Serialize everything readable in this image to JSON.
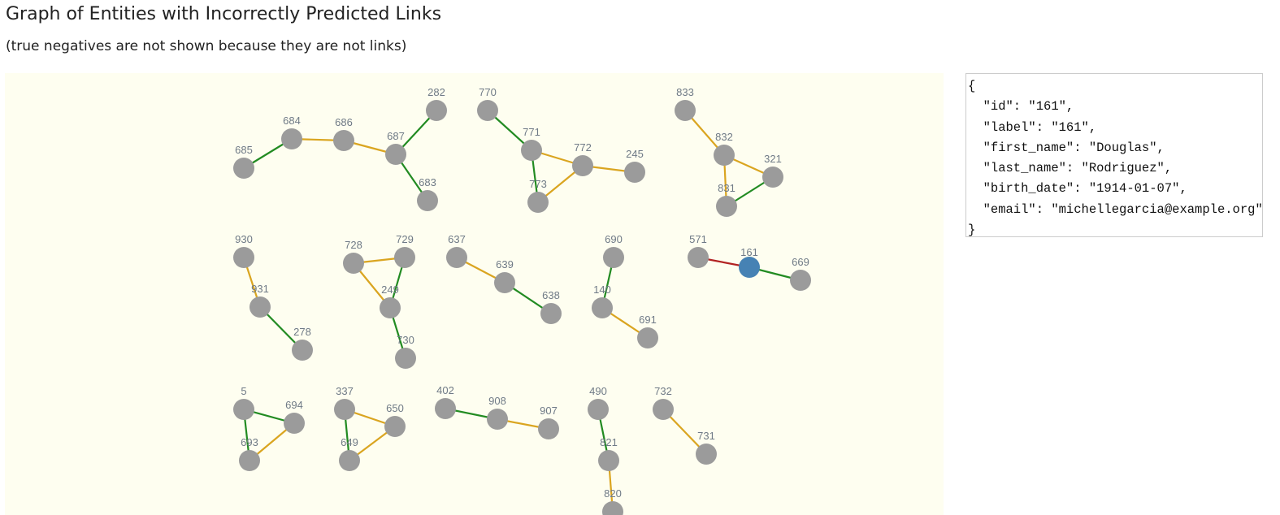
{
  "page": {
    "title": "Graph of Entities with Incorrectly Predicted Links",
    "subtitle": "(true negatives are not shown because they are not links)"
  },
  "colors": {
    "canvas_background": "#fefef0",
    "node_default": "#9b9b9b",
    "node_selected": "#4682b4",
    "label": "#6f7a86",
    "link_green": "#228b22",
    "link_orange": "#daa520",
    "link_red": "#b22222"
  },
  "graph": {
    "selected_node": "161",
    "nodes": [
      {
        "id": "685"
      },
      {
        "id": "684"
      },
      {
        "id": "686"
      },
      {
        "id": "687"
      },
      {
        "id": "282"
      },
      {
        "id": "683"
      },
      {
        "id": "770"
      },
      {
        "id": "771"
      },
      {
        "id": "772"
      },
      {
        "id": "245"
      },
      {
        "id": "773"
      },
      {
        "id": "833"
      },
      {
        "id": "832"
      },
      {
        "id": "321"
      },
      {
        "id": "831"
      },
      {
        "id": "930"
      },
      {
        "id": "931"
      },
      {
        "id": "278"
      },
      {
        "id": "728"
      },
      {
        "id": "729"
      },
      {
        "id": "249"
      },
      {
        "id": "730"
      },
      {
        "id": "637"
      },
      {
        "id": "639"
      },
      {
        "id": "638"
      },
      {
        "id": "690"
      },
      {
        "id": "140"
      },
      {
        "id": "691"
      },
      {
        "id": "571"
      },
      {
        "id": "161"
      },
      {
        "id": "669"
      },
      {
        "id": "5"
      },
      {
        "id": "694"
      },
      {
        "id": "693"
      },
      {
        "id": "337"
      },
      {
        "id": "650"
      },
      {
        "id": "649"
      },
      {
        "id": "402"
      },
      {
        "id": "908"
      },
      {
        "id": "907"
      },
      {
        "id": "490"
      },
      {
        "id": "821"
      },
      {
        "id": "820"
      },
      {
        "id": "732"
      },
      {
        "id": "731"
      }
    ],
    "links": [
      {
        "source": "685",
        "target": "684",
        "color": "green"
      },
      {
        "source": "684",
        "target": "686",
        "color": "orange"
      },
      {
        "source": "686",
        "target": "687",
        "color": "orange"
      },
      {
        "source": "687",
        "target": "282",
        "color": "green"
      },
      {
        "source": "687",
        "target": "683",
        "color": "green"
      },
      {
        "source": "770",
        "target": "771",
        "color": "green"
      },
      {
        "source": "771",
        "target": "772",
        "color": "orange"
      },
      {
        "source": "771",
        "target": "773",
        "color": "green"
      },
      {
        "source": "773",
        "target": "772",
        "color": "orange"
      },
      {
        "source": "772",
        "target": "245",
        "color": "orange"
      },
      {
        "source": "833",
        "target": "832",
        "color": "orange"
      },
      {
        "source": "832",
        "target": "321",
        "color": "orange"
      },
      {
        "source": "832",
        "target": "831",
        "color": "orange"
      },
      {
        "source": "831",
        "target": "321",
        "color": "green"
      },
      {
        "source": "930",
        "target": "931",
        "color": "orange"
      },
      {
        "source": "931",
        "target": "278",
        "color": "green"
      },
      {
        "source": "728",
        "target": "729",
        "color": "orange"
      },
      {
        "source": "728",
        "target": "249",
        "color": "orange"
      },
      {
        "source": "729",
        "target": "249",
        "color": "green"
      },
      {
        "source": "249",
        "target": "730",
        "color": "green"
      },
      {
        "source": "637",
        "target": "639",
        "color": "orange"
      },
      {
        "source": "639",
        "target": "638",
        "color": "green"
      },
      {
        "source": "690",
        "target": "140",
        "color": "green"
      },
      {
        "source": "140",
        "target": "691",
        "color": "orange"
      },
      {
        "source": "571",
        "target": "161",
        "color": "red"
      },
      {
        "source": "161",
        "target": "669",
        "color": "green"
      },
      {
        "source": "5",
        "target": "694",
        "color": "green"
      },
      {
        "source": "5",
        "target": "693",
        "color": "green"
      },
      {
        "source": "693",
        "target": "694",
        "color": "orange"
      },
      {
        "source": "337",
        "target": "650",
        "color": "orange"
      },
      {
        "source": "337",
        "target": "649",
        "color": "green"
      },
      {
        "source": "649",
        "target": "650",
        "color": "orange"
      },
      {
        "source": "402",
        "target": "908",
        "color": "green"
      },
      {
        "source": "908",
        "target": "907",
        "color": "orange"
      },
      {
        "source": "490",
        "target": "821",
        "color": "green"
      },
      {
        "source": "821",
        "target": "820",
        "color": "orange"
      },
      {
        "source": "732",
        "target": "731",
        "color": "orange"
      }
    ]
  },
  "details": {
    "open_brace": "{",
    "lines": [
      "  \"id\": \"161\",",
      "  \"label\": \"161\",",
      "  \"first_name\": \"Douglas\",",
      "  \"last_name\": \"Rodriguez\",",
      "  \"birth_date\": \"1914-01-07\",",
      "  \"email\": \"michellegarcia@example.org\""
    ],
    "close_brace": "}"
  }
}
